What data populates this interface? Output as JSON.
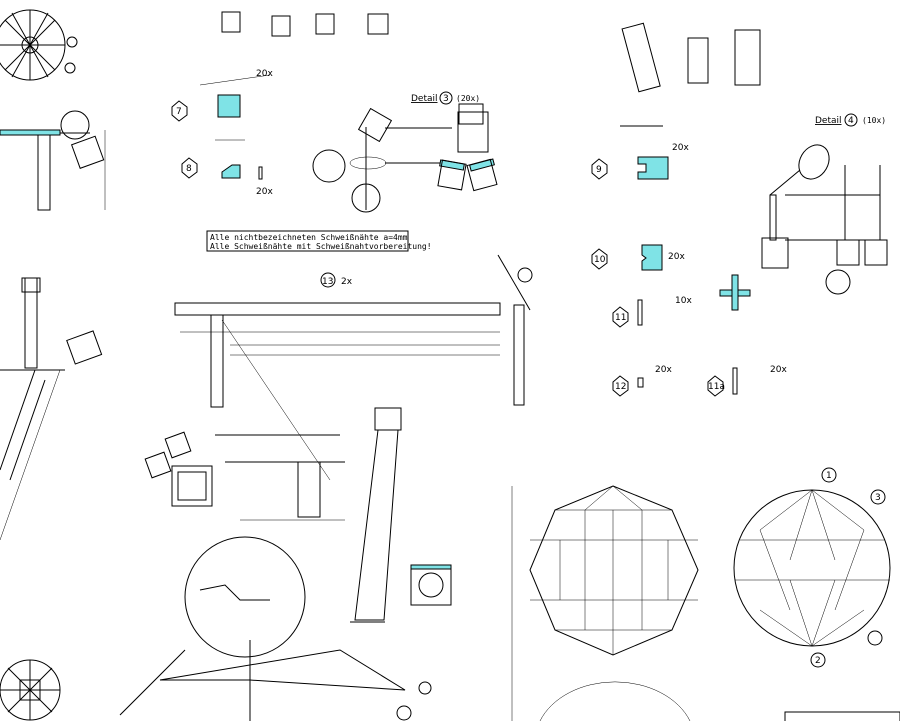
{
  "drawing": {
    "parts": [
      {
        "id": "7",
        "qty": "20x"
      },
      {
        "id": "8",
        "qty": "20x"
      },
      {
        "id": "9",
        "qty": "20x"
      },
      {
        "id": "10",
        "qty": "20x"
      },
      {
        "id": "11",
        "qty": "10x"
      },
      {
        "id": "12",
        "qty": "20x"
      },
      {
        "id": "11a",
        "qty": "20x"
      }
    ],
    "detail3": {
      "label": "Detail",
      "number": "3",
      "qty": "(20x)"
    },
    "detail4": {
      "label": "Detail",
      "number": "4",
      "qty": "(10x)"
    },
    "weld_note": {
      "line1": "Alle nichtbezeichneten Schweißnähte a=4mm",
      "line2": "Alle Schweißnähte mit Schweißnahtvorbereitung!"
    },
    "assembly13": {
      "number": "13",
      "qty": "2x"
    },
    "callouts": [
      "1",
      "2",
      "3"
    ],
    "accent_color": "#7fe3e6"
  }
}
